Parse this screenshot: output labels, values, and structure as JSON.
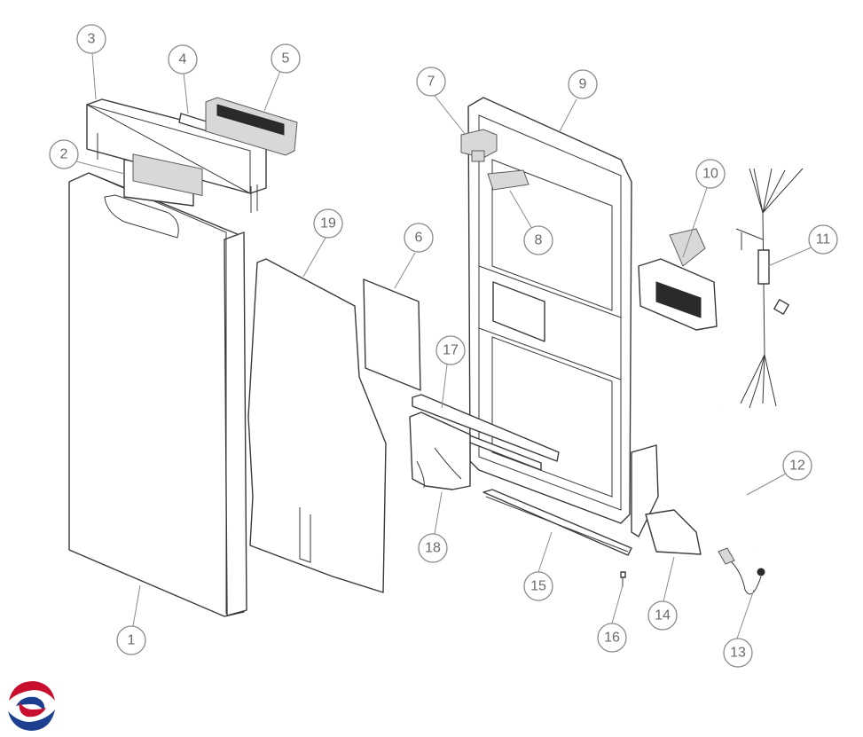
{
  "diagram": {
    "type": "exploded-parts-diagram",
    "colors": {
      "line": "#3a3a3a",
      "callout": "#8a8a8a",
      "callout_text": "#6a6a6a",
      "background": "#ffffff"
    },
    "callouts": [
      {
        "id": "1",
        "label": "1"
      },
      {
        "id": "2",
        "label": "2"
      },
      {
        "id": "3",
        "label": "3"
      },
      {
        "id": "4",
        "label": "4"
      },
      {
        "id": "5",
        "label": "5"
      },
      {
        "id": "6",
        "label": "6"
      },
      {
        "id": "7",
        "label": "7"
      },
      {
        "id": "8",
        "label": "8"
      },
      {
        "id": "9",
        "label": "9"
      },
      {
        "id": "10",
        "label": "10"
      },
      {
        "id": "11",
        "label": "11"
      },
      {
        "id": "12",
        "label": "12"
      },
      {
        "id": "13",
        "label": "13"
      },
      {
        "id": "14",
        "label": "14"
      },
      {
        "id": "15",
        "label": "15"
      },
      {
        "id": "16",
        "label": "16"
      },
      {
        "id": "17",
        "label": "17"
      },
      {
        "id": "18",
        "label": "18"
      },
      {
        "id": "19",
        "label": "19"
      }
    ],
    "logo": {
      "icon": "swirl-logo-icon",
      "colors": [
        "#c8102e",
        "#1d3f8f"
      ]
    }
  }
}
